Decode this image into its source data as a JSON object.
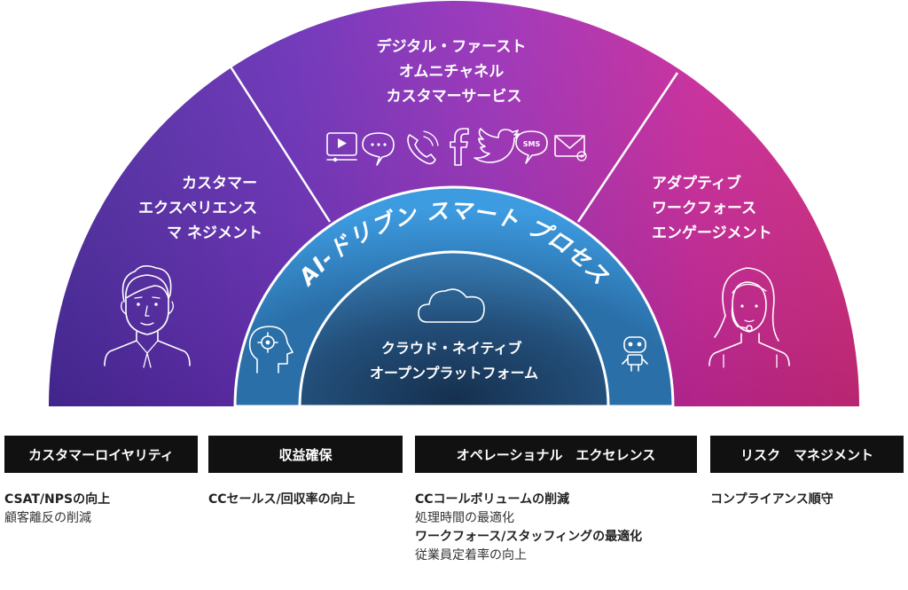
{
  "segments": {
    "left": {
      "lines": [
        "カスタマー",
        "エクスペリエンス",
        "マ ネジメント"
      ]
    },
    "center": {
      "lines": [
        "デジタル・ファースト",
        "オムニチャネル",
        "カスタマーサービス"
      ]
    },
    "right": {
      "lines": [
        "アダプティブ",
        "ワークフォース",
        "エンゲージメント"
      ]
    }
  },
  "ring": {
    "label": "AI-ドリブン スマート プロセス"
  },
  "core": {
    "lines": [
      "クラウド・ネイティブ",
      "オープンプラットフォーム"
    ]
  },
  "channel_icons": [
    "video-icon",
    "chat-icon",
    "phone-icon",
    "facebook-icon",
    "twitter-icon",
    "sms-icon",
    "mail-icon"
  ],
  "sms_text": "SMS",
  "colors": {
    "left": "#5a2ab8",
    "center": "#8a2eb8",
    "right": "#c8278f",
    "ring": "#3a8fc8",
    "core": "#1f3f66"
  },
  "columns": [
    {
      "header": "カスタマーロイヤリティ",
      "items": [
        {
          "text": "CSAT/NPSの向上",
          "bold": true
        },
        {
          "text": "顧客離反の削減",
          "bold": false
        }
      ]
    },
    {
      "header": "収益確保",
      "items": [
        {
          "text": "CCセールス/回収率の向上",
          "bold": true
        }
      ]
    },
    {
      "header": "オペレーショナル　エクセレンス",
      "items": [
        {
          "text": "CCコールボリュームの削減",
          "bold": true
        },
        {
          "text": "処理時間の最適化",
          "bold": false
        },
        {
          "text": "ワークフォース/スタッフィングの最適化",
          "bold": true
        },
        {
          "text": "従業員定着率の向上",
          "bold": false
        }
      ]
    },
    {
      "header": "リスク　マネジメント",
      "items": [
        {
          "text": "コンプライアンス順守",
          "bold": true
        }
      ]
    }
  ]
}
